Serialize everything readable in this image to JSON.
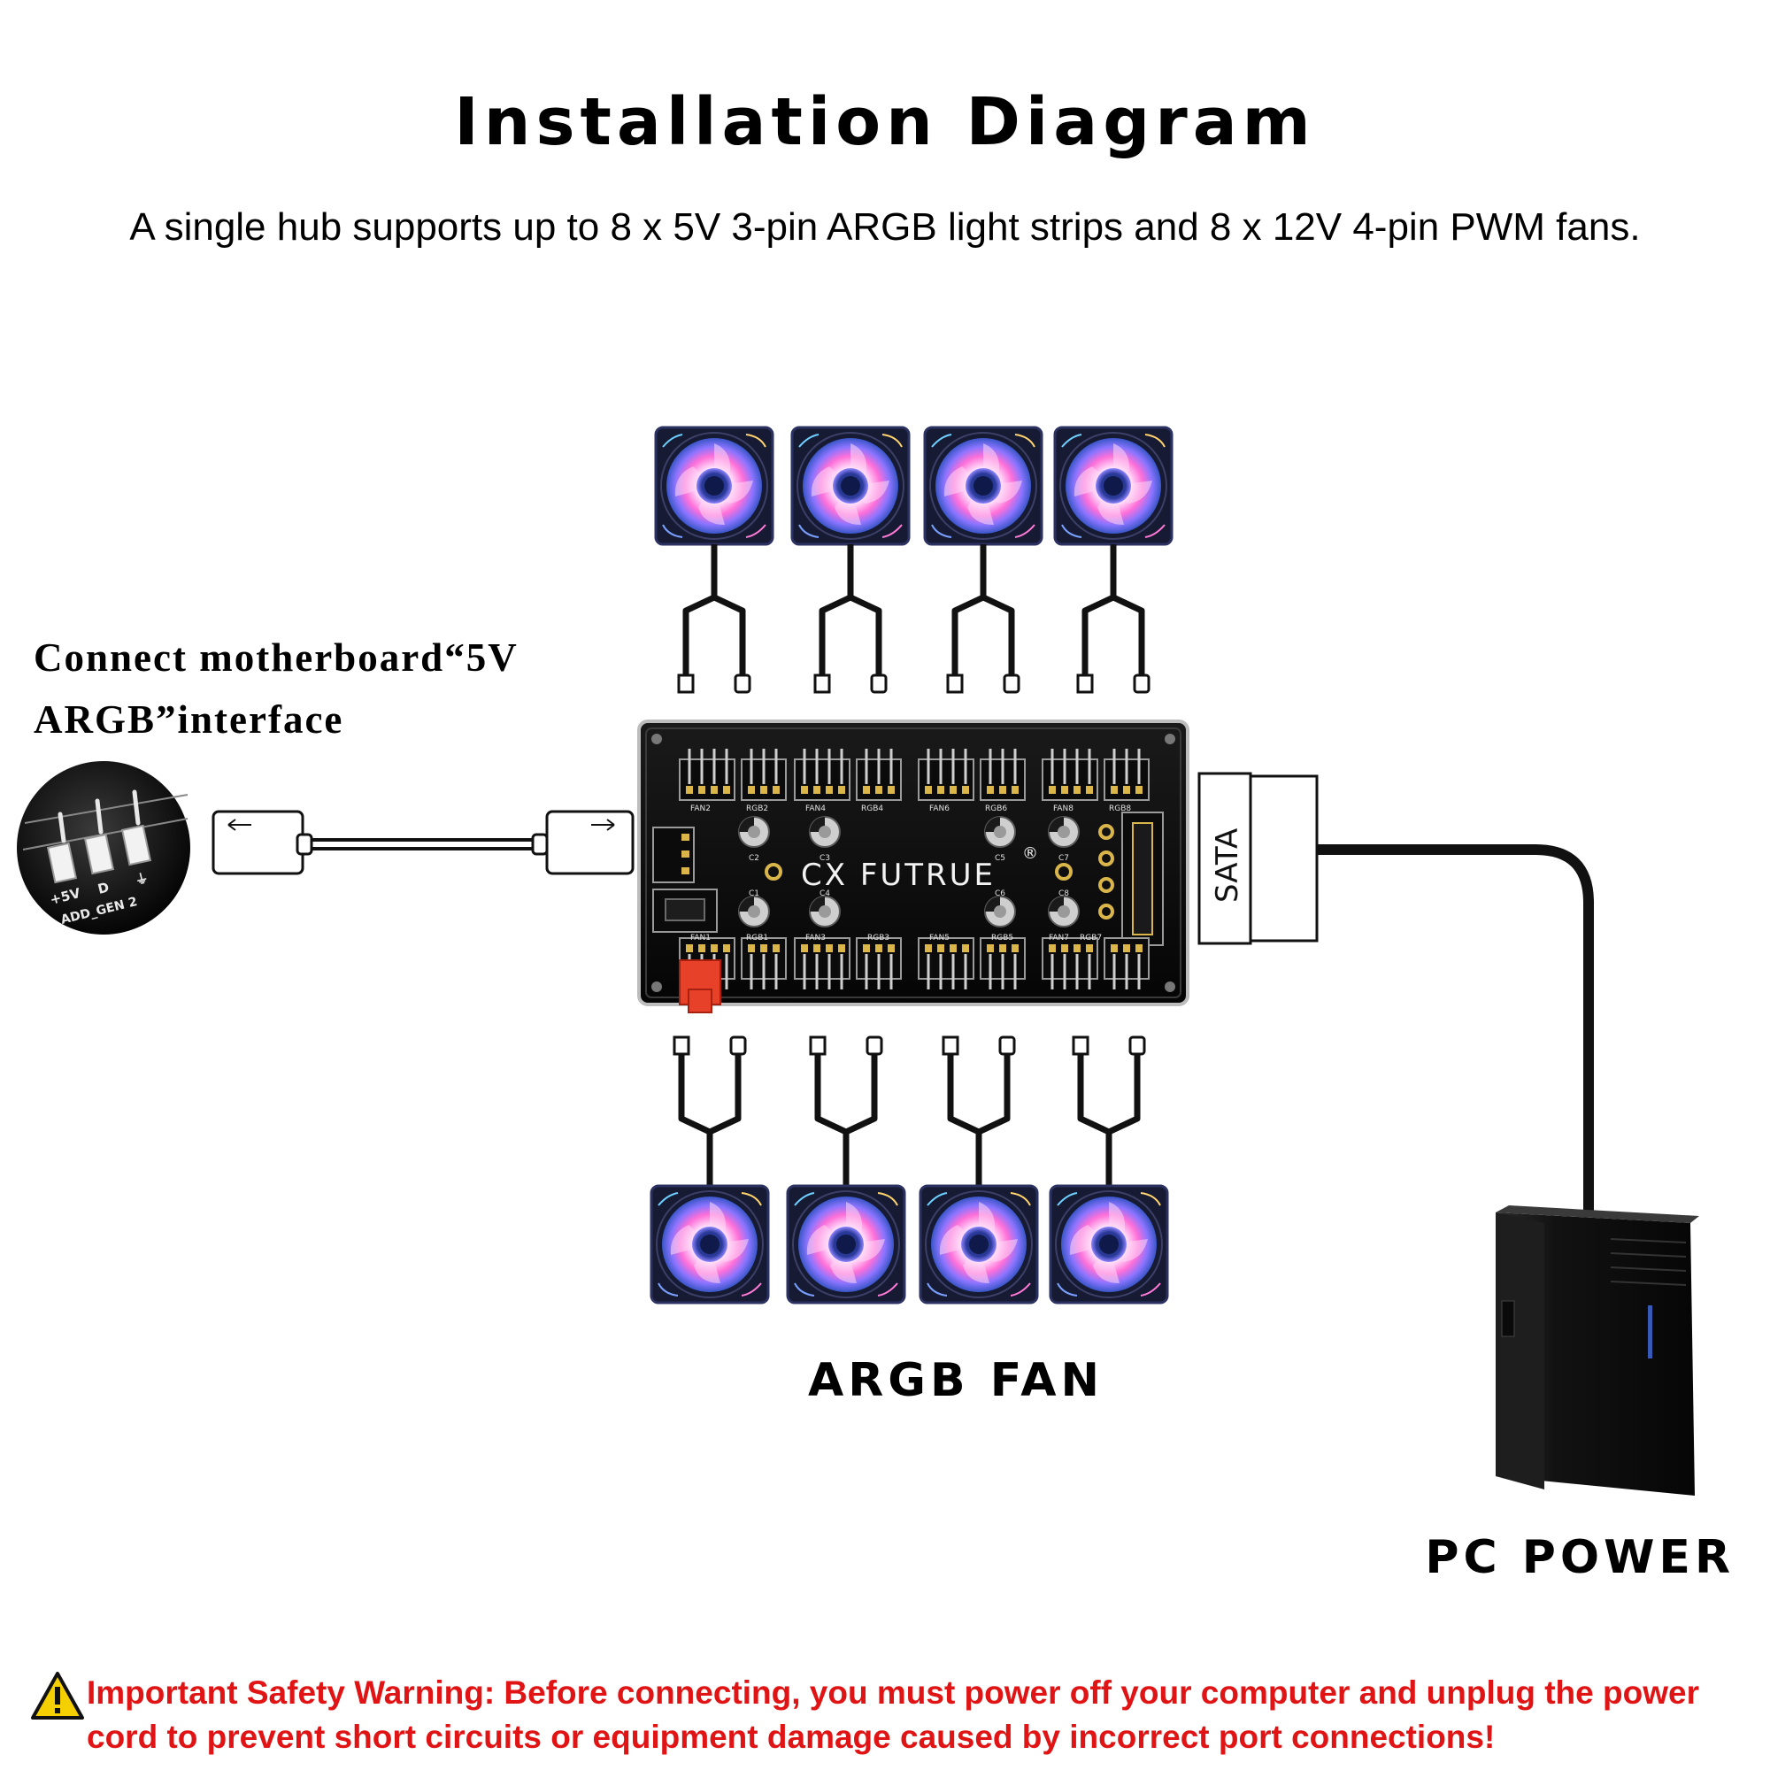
{
  "title": "Installation Diagram",
  "subtitle": "A single hub supports up to 8 x 5V 3-pin ARGB light strips and 8 x 12V 4-pin PWM fans.",
  "motherboard_label": "Connect motherboard“5V ARGB”interface",
  "fan_label": "ARGB FAN",
  "pc_label": "PC POWER",
  "warning": "Important Safety Warning: Before connecting, you must power off your computer and unplug the power cord to prevent short circuits or equipment damage caused by incorrect port connections!",
  "hub": {
    "brand": "CX  FUTRUE",
    "registered": "®",
    "sata": "SATA",
    "top_ports": [
      "FAN2",
      "RGB2",
      "FAN4",
      "RGB4",
      "FAN6",
      "RGB6",
      "FAN8",
      "RGB8"
    ],
    "bottom_ports": [
      "FAN1",
      "RGB1",
      "FAN3",
      "RGB3",
      "FAN5",
      "RGB5",
      "FAN7",
      "RGB7"
    ],
    "top_caps": [
      "C2",
      "C3",
      "C5",
      "C7"
    ],
    "bottom_caps": [
      "C1",
      "C4",
      "C6",
      "C8"
    ]
  },
  "connector": {
    "pins": [
      "+5V",
      "D",
      "⏚"
    ],
    "header": "ADD_GEN 2"
  },
  "colors": {
    "warning": "#e01414",
    "fan_glow_pink": "#ff5ad2",
    "fan_glow_blue": "#5a8cff",
    "fan_frame": "#1a1f3a",
    "hub_black": "#0c0c0c",
    "cable": "#111111"
  },
  "icons": [
    "warning-icon",
    "fan-icon",
    "pc-case-icon",
    "argb-header-icon",
    "sata-connector-icon"
  ]
}
